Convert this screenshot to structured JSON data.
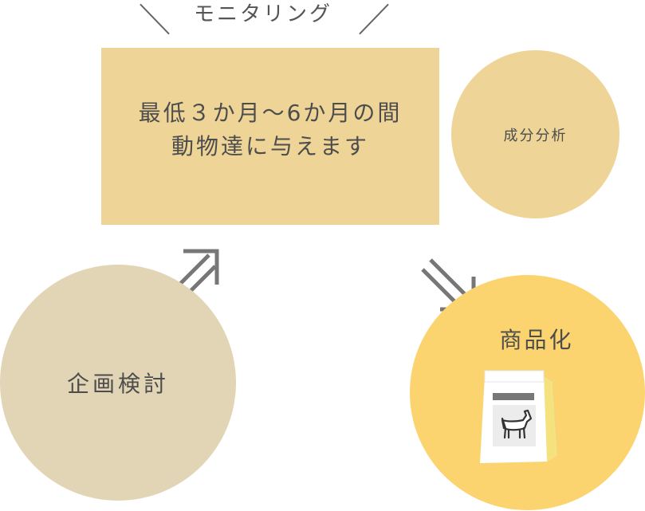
{
  "monitoring": {
    "title": "モニタリング"
  },
  "main_box": {
    "line1": "最低３か月～6か月の間",
    "line2": "動物達に与えます"
  },
  "analysis": {
    "label": "成分分析"
  },
  "planning": {
    "label": "企画検討"
  },
  "product": {
    "label": "商品化",
    "icon": "dog-food-bag-icon"
  },
  "colors": {
    "box": "#eed597",
    "planning": "#e2d5b6",
    "product": "#fbd46f",
    "arrow": "#777777"
  }
}
